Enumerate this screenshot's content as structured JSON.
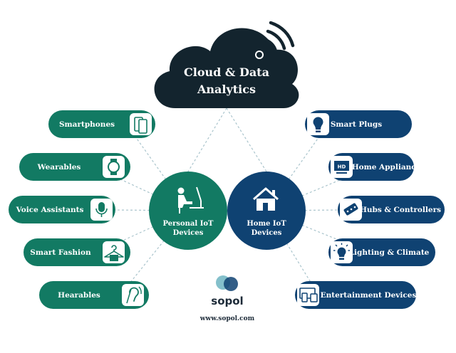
{
  "colors": {
    "personal_green": "#127a63",
    "home_blue": "#0f4272",
    "cloud_dark": "#13242e",
    "connector": "#a9c4cc",
    "icon_bg": "#ffffff"
  },
  "cloud": {
    "line1": "Cloud & Data",
    "line2": "Analytics",
    "icon": "cloud-wifi-icon"
  },
  "personal_hub": {
    "line1": "Personal IoT",
    "line2": "Devices",
    "icon": "person-at-desk-icon"
  },
  "home_hub": {
    "line1": "Home IoT",
    "line2": "Devices",
    "icon": "house-icon"
  },
  "personal_devices": [
    {
      "label": "Smartphones",
      "icon": "smartphone-icon"
    },
    {
      "label": "Wearables",
      "icon": "smartwatch-icon"
    },
    {
      "label": "Voice Assistants",
      "icon": "microphone-icon"
    },
    {
      "label": "Smart Fashion",
      "icon": "hanger-icon"
    },
    {
      "label": "Hearables",
      "icon": "hearing-icon"
    }
  ],
  "home_devices": [
    {
      "label": "Smart Plugs",
      "icon": "bulb-plug-icon"
    },
    {
      "label": "Home Appliances",
      "icon": "hd-tv-icon"
    },
    {
      "label": "Hubs & Controllers",
      "icon": "remote-control-icon"
    },
    {
      "label": "Lighting & Climate",
      "icon": "light-bulb-icon"
    },
    {
      "label": "Entertainment Devices",
      "icon": "devices-icon"
    }
  ],
  "brand": {
    "name": "sopol",
    "url": "www.sopol.com",
    "logo": "sopol-logo"
  }
}
